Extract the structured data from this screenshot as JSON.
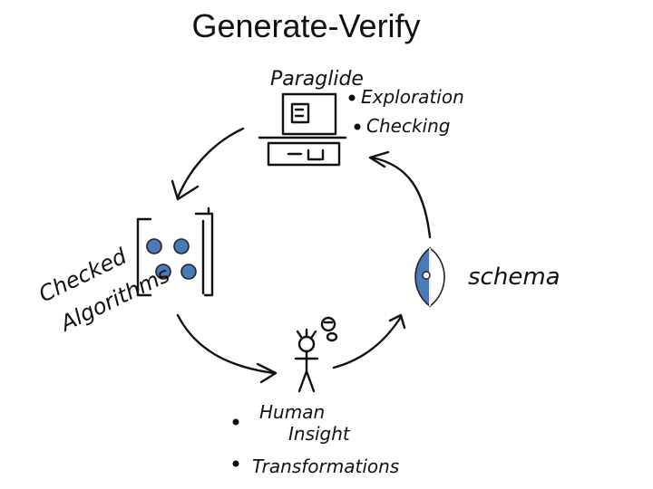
{
  "title": "Generate-Verify",
  "paraglide": {
    "name": "Paraglide",
    "bullets": [
      "Exploration",
      "Checking"
    ]
  },
  "algorithms": {
    "line1": "Checked",
    "line2": "Algorithms"
  },
  "schema": {
    "label": "schema"
  },
  "human": {
    "bullets": [
      "Human",
      "Insight",
      "Transformations"
    ]
  },
  "colors": {
    "accent": "#4a7ab8",
    "ink": "#111111"
  }
}
